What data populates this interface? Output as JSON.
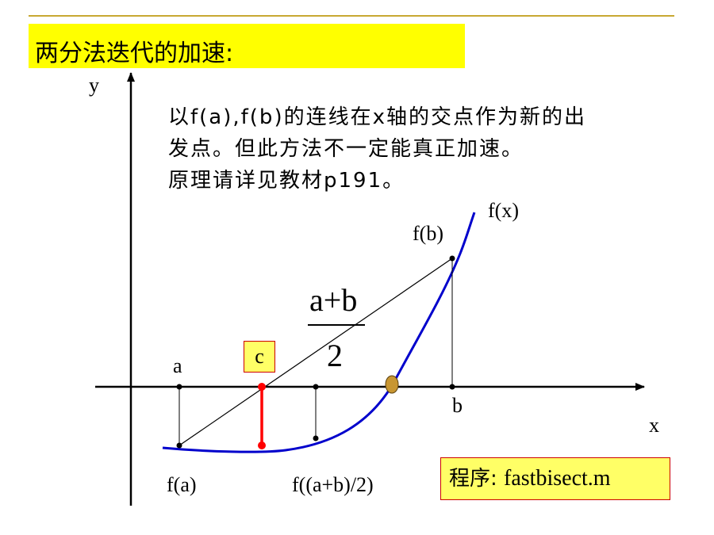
{
  "title": "两分法迭代的加速:",
  "description": [
    "以f(a),f(b)的连线在x轴的交点作为新的出",
    "发点。但此方法不一定能真正加速。",
    "原理请详见教材p191。"
  ],
  "axes": {
    "x_label": "x",
    "y_label": "y"
  },
  "curve_label": "f(x)",
  "points": {
    "a": "a",
    "b": "b",
    "c": "c",
    "fa": "f(a)",
    "fb": "f(b)",
    "f_mid": "f((a+b)/2)"
  },
  "fraction": {
    "numerator": "a+b",
    "denominator": "2"
  },
  "program": {
    "label": "程序:",
    "filename": "fastbisect.m"
  },
  "colors": {
    "title_bg": "#ffff00",
    "box_bg": "#ffff66",
    "box_border": "#cc0000",
    "curve": "#0000cc",
    "red_segment": "#ff0000",
    "root_marker": "#c89632",
    "rule": "#c8a832"
  }
}
